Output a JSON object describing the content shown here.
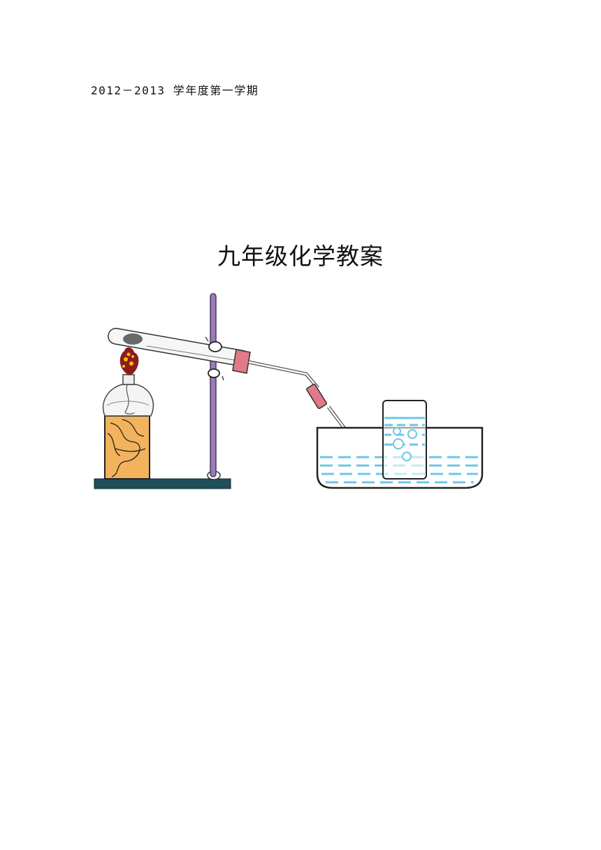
{
  "header": {
    "term": "2012－2013 学年度第一学期"
  },
  "title": "九年级化学教案",
  "illustration": {
    "icon": "lab-apparatus-oxygen-collection",
    "colors": {
      "stand_rod": "#9b7bb8",
      "base": "#1f4f58",
      "wood_block": "#f2b35c",
      "stopper": "#e07a88",
      "water": "#6ec6e6",
      "flame": "#c0392b"
    }
  }
}
